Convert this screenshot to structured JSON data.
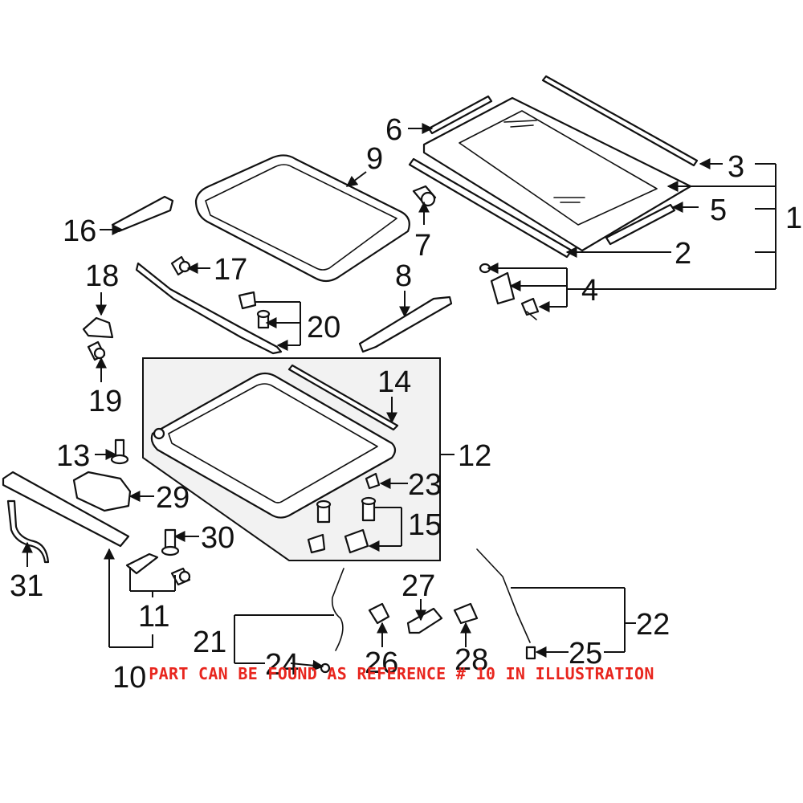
{
  "callouts": {
    "c1": "1",
    "c2": "2",
    "c3": "3",
    "c4": "4",
    "c5": "5",
    "c6": "6",
    "c7": "7",
    "c8": "8",
    "c9": "9",
    "c10": "10",
    "c11": "11",
    "c12": "12",
    "c13": "13",
    "c14": "14",
    "c15": "15",
    "c16": "16",
    "c17": "17",
    "c18": "18",
    "c19": "19",
    "c20": "20",
    "c21": "21",
    "c22": "22",
    "c23": "23",
    "c24": "24",
    "c25": "25",
    "c26": "26",
    "c27": "27",
    "c28": "28",
    "c29": "29",
    "c30": "30",
    "c31": "31"
  },
  "notice": "PART CAN BE FOUND AS REFERENCE # 10 IN ILLUSTRATION",
  "colors": {
    "notice": "#e8261e",
    "line": "#111111",
    "panel": "#f2f2f2"
  }
}
